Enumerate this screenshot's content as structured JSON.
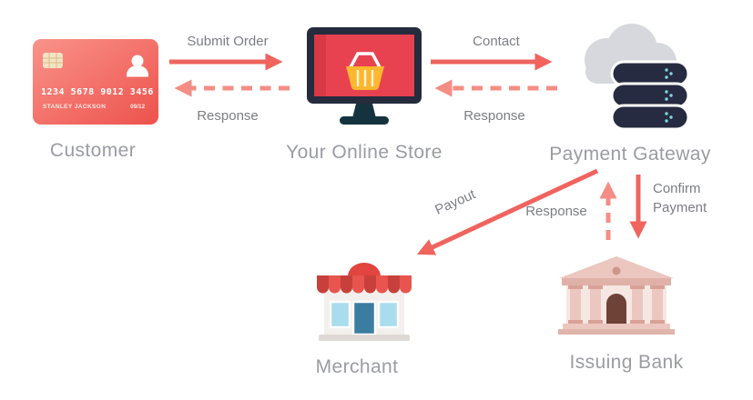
{
  "nodes": {
    "customer": {
      "label": "Customer"
    },
    "store": {
      "label": "Your Online Store"
    },
    "gateway": {
      "label": "Payment Gateway"
    },
    "merchant": {
      "label": "Merchant"
    },
    "bank": {
      "label": "Issuing Bank"
    }
  },
  "card": {
    "number": "1234 5678 9012 3456",
    "holder": "STANLEY JACKSON",
    "expiry": "09/12"
  },
  "arrows": {
    "submit_order": {
      "label": "Submit Order",
      "style": "solid",
      "from": "customer",
      "to": "store"
    },
    "response_store_to_customer": {
      "label": "Response",
      "style": "dashed",
      "from": "store",
      "to": "customer"
    },
    "contact": {
      "label": "Contact",
      "style": "solid",
      "from": "store",
      "to": "gateway"
    },
    "response_gateway_to_store": {
      "label": "Response",
      "style": "dashed",
      "from": "gateway",
      "to": "store"
    },
    "payout": {
      "label": "Payout",
      "style": "solid",
      "from": "gateway",
      "to": "merchant"
    },
    "confirm_payment": {
      "label": "Confirm Payment",
      "style": "solid",
      "from": "gateway",
      "to": "bank"
    },
    "response_bank_to_gateway": {
      "label": "Response",
      "style": "dashed",
      "from": "bank",
      "to": "gateway"
    }
  },
  "colors": {
    "solid_arrow": "#f0645e",
    "dashed_arrow": "#f48d84",
    "node_label": "#9a9ca1",
    "arrow_label": "#7c7e83"
  }
}
